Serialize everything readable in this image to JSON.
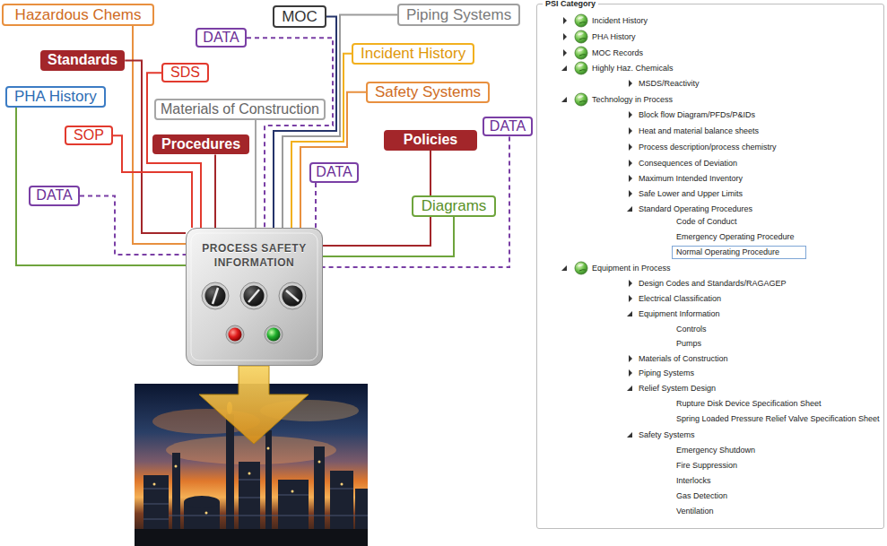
{
  "diagram": {
    "nodes": [
      {
        "text": [
          "Hazardous Chems"
        ]
      },
      {
        "text": [
          "MOC"
        ]
      },
      {
        "text": [
          "Piping Systems"
        ]
      },
      {
        "text": [
          "DATA"
        ]
      },
      {
        "text": [
          "Standards"
        ]
      },
      {
        "text": [
          "Incident History"
        ]
      },
      {
        "text": [
          "SDS"
        ]
      },
      {
        "text": [
          "Safety Systems"
        ]
      },
      {
        "text": [
          "PHA History"
        ]
      },
      {
        "text": [
          "Materials of Construction"
        ]
      },
      {
        "text": [
          "DATA"
        ]
      },
      {
        "text": [
          "SOP"
        ]
      },
      {
        "text": [
          "Policies"
        ]
      },
      {
        "text": [
          "Procedures"
        ]
      },
      {
        "text": [
          "DATA"
        ]
      },
      {
        "text": [
          "DATA"
        ]
      },
      {
        "text": [
          "Diagrams"
        ]
      },
      {
        "text": [
          "PROCESS SAFETY INFORMATION"
        ]
      },
      {
        "text": [
          "PSI Category"
        ]
      },
      {
        "text": [
          "Normal Operating Procedure"
        ],
        "in": 18
      }
    ],
    "edges": [
      {
        "from": 0,
        "to": 17,
        "arrow": "none"
      },
      {
        "from": 1,
        "to": 17,
        "arrow": "none"
      },
      {
        "from": 2,
        "to": 17,
        "arrow": "none"
      },
      {
        "from": 3,
        "to": 17,
        "arrow": "none"
      },
      {
        "from": 4,
        "to": 17,
        "arrow": "none"
      },
      {
        "from": 5,
        "to": 17,
        "arrow": "none"
      },
      {
        "from": 6,
        "to": 17,
        "arrow": "none"
      },
      {
        "from": 7,
        "to": 17,
        "arrow": "none"
      },
      {
        "from": 8,
        "to": 17,
        "arrow": "none"
      },
      {
        "from": 9,
        "to": 17,
        "arrow": "none"
      },
      {
        "from": 10,
        "to": 17,
        "arrow": "none"
      },
      {
        "from": 11,
        "to": 17,
        "arrow": "none"
      },
      {
        "from": 12,
        "to": 17,
        "arrow": "none"
      },
      {
        "from": 13,
        "to": 17,
        "arrow": "none"
      },
      {
        "from": 14,
        "to": 17,
        "arrow": "none"
      },
      {
        "from": 15,
        "to": 17,
        "arrow": "none"
      },
      {
        "from": 16,
        "to": 17,
        "arrow": "none"
      }
    ],
    "labels": [
      "Incident History",
      "PHA History",
      "MOC Records",
      "Highly Haz. Chemicals",
      "MSDS/Reactivity",
      "Technology in Process",
      "Block flow Diagram/PFDs/P&IDs",
      "Heat and material balance sheets",
      "Process description/process chemistry",
      "Consequences of Deviation",
      "Maximum Intended Inventory",
      "Safe Lower and Upper Limits",
      "Standard Operating Procedures",
      "Code of Conduct",
      "Emergency Operating Procedure",
      "Equipment in Process",
      "Design Codes and Standards/RAGAGEP",
      "Electrical Classification",
      "Equipment Information",
      "Controls",
      "Pumps",
      "Materials of Construction",
      "Piping Systems",
      "Relief System Design",
      "Rupture Disk Device Specification Sheet",
      "Spring Loaded Pressure Relief Valve Specification Sheet",
      "Safety Systems",
      "Emergency Shutdown",
      "Fire Suppression",
      "Interlocks",
      "Gas Detection",
      "Ventilation"
    ]
  }
}
